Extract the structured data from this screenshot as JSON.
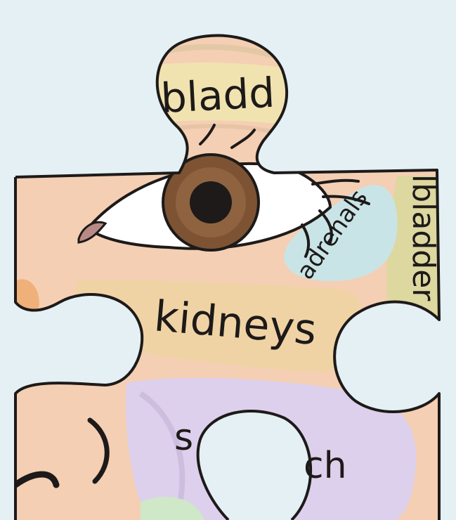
{
  "illustration": {
    "labels": {
      "top_tab": "bladd",
      "right_edge": "lbladder",
      "diagonal": "adrenals",
      "center": "kidneys",
      "lower_left": "s",
      "lower_right": "ch"
    },
    "colors": {
      "background": "#e4f0f3",
      "skin": "#f4cfb3",
      "bladder": "#f1e3b0",
      "gallbladder": "#ddd7a0",
      "kidneys": "#f0d3a5",
      "adrenals": "#c9e4e6",
      "stomach": "#ddd0ec",
      "iris": "#7d5333",
      "outline": "#1d1a19"
    }
  }
}
